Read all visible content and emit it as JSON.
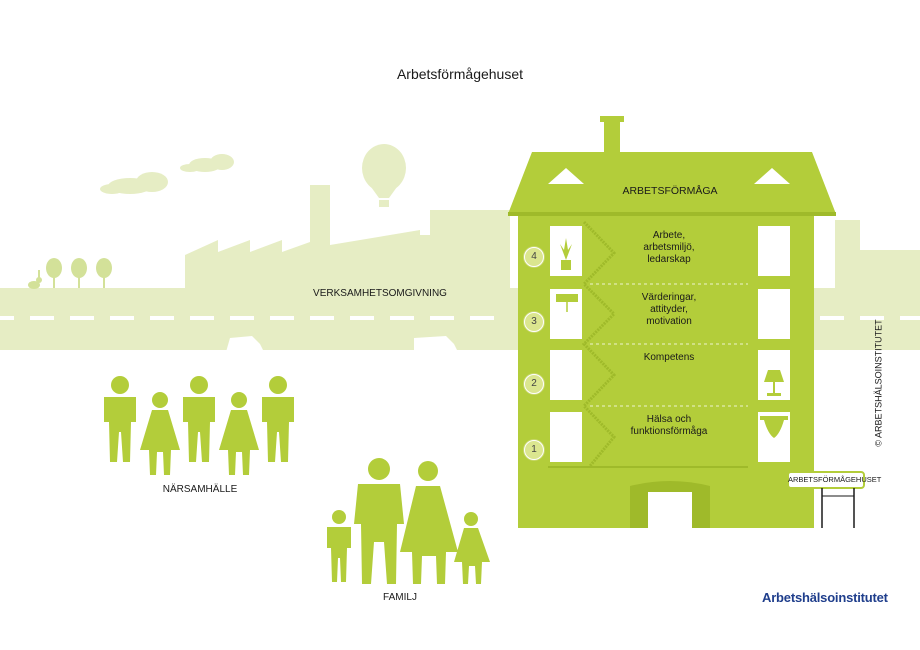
{
  "title": "Arbetsförmågehuset",
  "roof_label": "ARBETSFÖRMÅGA",
  "floors": [
    {
      "number": "4",
      "label_lines": [
        "Arbete,",
        "arbetsmiljö,",
        "ledarskap"
      ]
    },
    {
      "number": "3",
      "label_lines": [
        "Värderingar,",
        "attityder,",
        "motivation"
      ]
    },
    {
      "number": "2",
      "label_lines": [
        "Kompetens"
      ]
    },
    {
      "number": "1",
      "label_lines": [
        "Hälsa och",
        "funktionsförmåga"
      ]
    }
  ],
  "labels": {
    "environment": "VERKSAMHETSOMGIVNING",
    "community": "NÄRSAMHÄLLE",
    "family": "FAMILJ",
    "sign": "ARBETSFÖRMÅGEHUSET"
  },
  "copyright": "© ARBETSHÄLSOINSTITUTET",
  "logo": "Arbetshälsoinstitutet",
  "colors": {
    "house": "#b3cd3a",
    "house_dark": "#9fba2a",
    "background_scenery": "#e6edc4",
    "person": "#b3cd3a",
    "logo": "#1f3e8c"
  }
}
